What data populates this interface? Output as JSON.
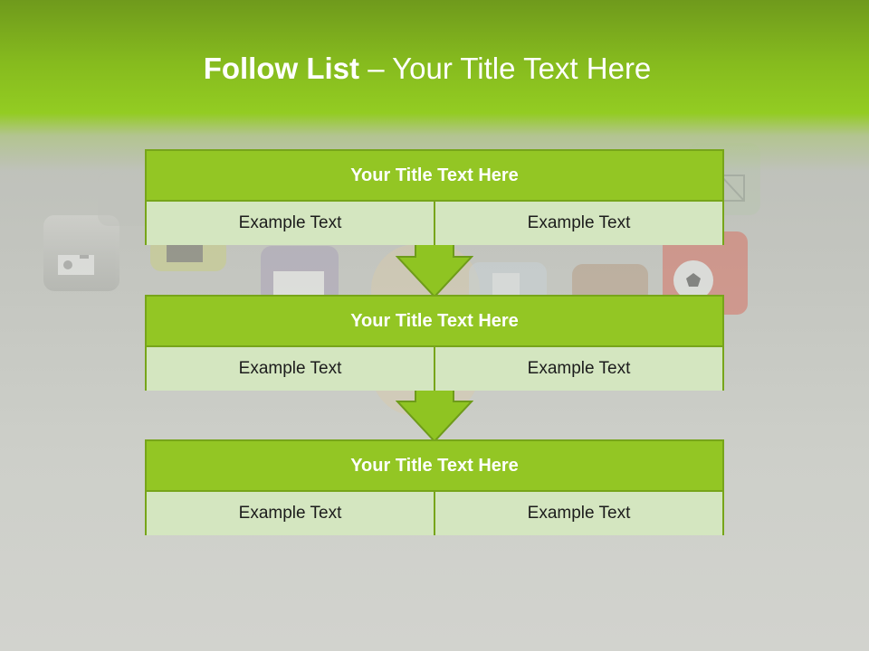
{
  "slide": {
    "title_bold": "Follow List",
    "title_rest": " – Your Title Text Here"
  },
  "steps": [
    {
      "heading": "Your Title Text Here",
      "left": "Example Text",
      "right": "Example Text"
    },
    {
      "heading": "Your Title Text Here",
      "left": "Example Text",
      "right": "Example Text"
    },
    {
      "heading": "Your Title Text Here",
      "left": "Example Text",
      "right": "Example Text"
    }
  ],
  "colors": {
    "header_green": "#93cc22",
    "box_head": "#93c624",
    "box_cell": "#d4e6c0",
    "border": "#77a51a"
  },
  "icons": [
    "camera-app-icon",
    "video-app-icon",
    "document-app-icon",
    "notes-app-icon",
    "soccer-app-icon",
    "image-app-icon",
    "hand-silhouette"
  ]
}
